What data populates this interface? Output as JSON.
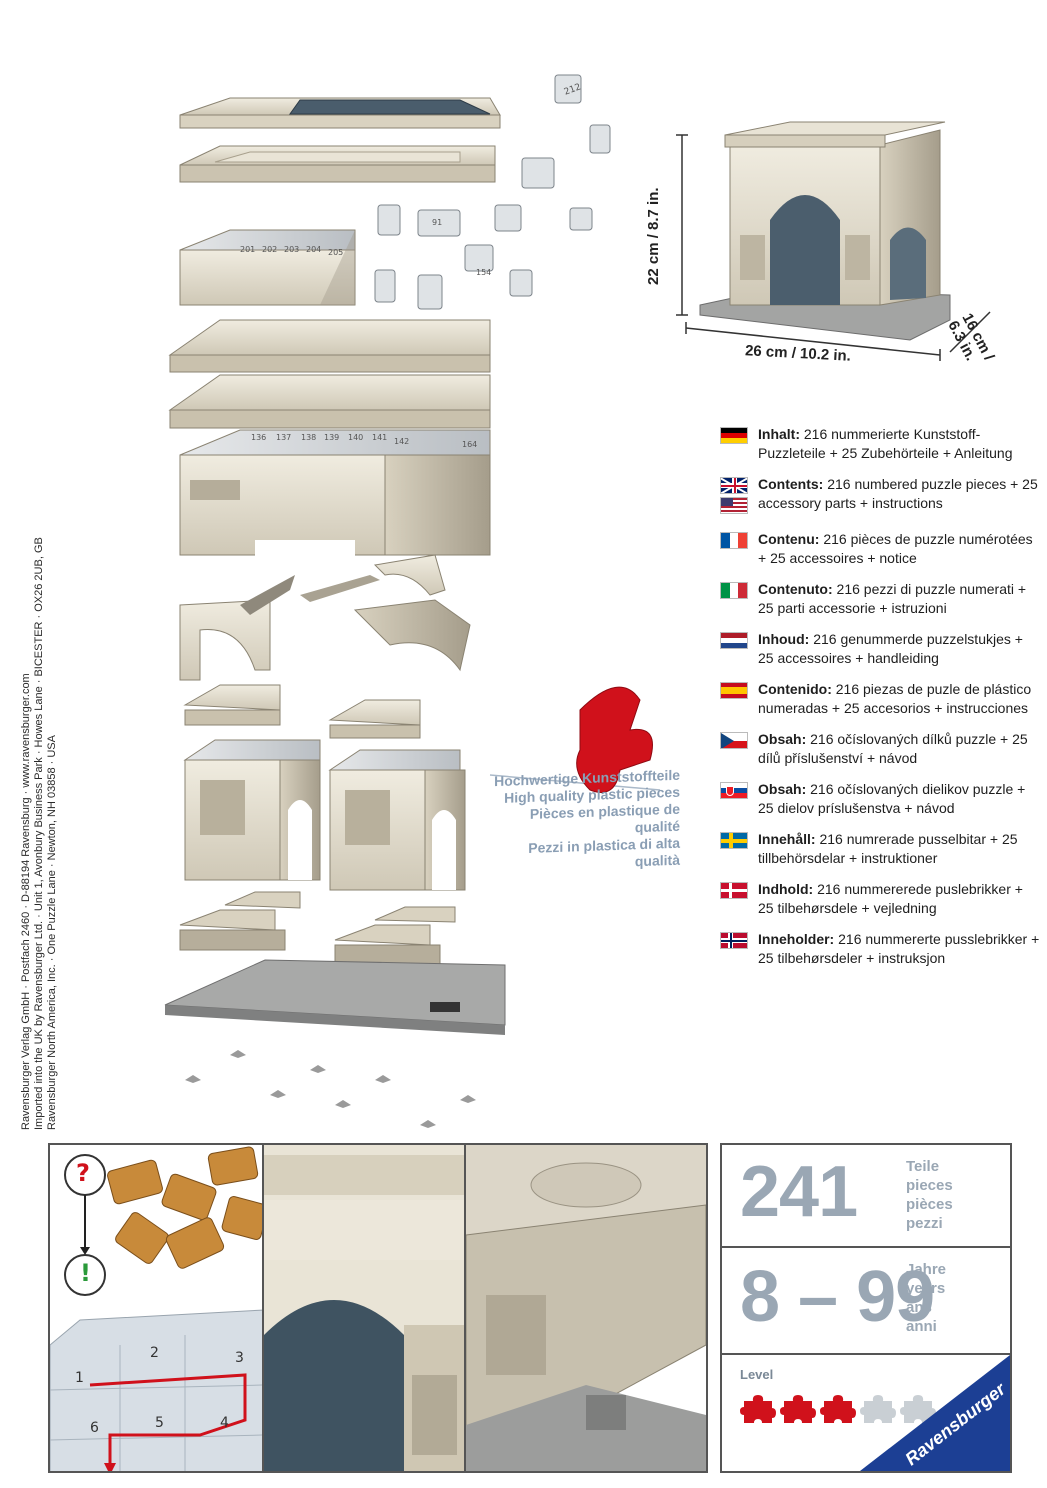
{
  "imprint": [
    "Ravensburger Verlag GmbH · Postfach 2460 · D-88194 Ravensburg · www.ravensburger.com",
    "Imported into the UK by Ravensburger Ltd. · Unit 1, Avonbury Business Park · Howes Lane · BICESTER · OX26 2UB, GB",
    "Ravensburger North America, Inc. · One Puzzle Lane · Newton, NH 03858 · USA"
  ],
  "dimensions": {
    "height": "22 cm / 8.7 in.",
    "width": "26 cm / 10.2 in.",
    "depth_line1": "16 cm /",
    "depth_line2": "6.3 in."
  },
  "callout": [
    "Hochwertige Kunststoffteile",
    "High quality plastic pieces",
    "Pièces en plastique de qualité",
    "Pezzi in plastica di alta qualità"
  ],
  "piece_numbers": [
    "212",
    "201",
    "202",
    "203",
    "204",
    "205",
    "136",
    "137",
    "138",
    "139",
    "140",
    "141",
    "142",
    "164",
    "91",
    "154"
  ],
  "contents": [
    {
      "flags": [
        "de"
      ],
      "label": "Inhalt:",
      "text": " 216 nummerierte Kunststoff-Puzzleteile + 25 Zubehörteile + Anleitung"
    },
    {
      "flags": [
        "gb",
        "us"
      ],
      "label": "Contents:",
      "text": " 216 numbered puzzle pieces + 25 accessory parts + instructions"
    },
    {
      "flags": [
        "fr"
      ],
      "label": "Contenu:",
      "text": " 216 pièces de puzzle numérotées + 25 accessoires + notice"
    },
    {
      "flags": [
        "it"
      ],
      "label": "Contenuto:",
      "text": " 216 pezzi di puzzle numerati + 25 parti accessorie + istruzioni"
    },
    {
      "flags": [
        "nl"
      ],
      "label": "Inhoud:",
      "text": " 216 genummerde puzzelstukjes + 25 accessoires + handleiding"
    },
    {
      "flags": [
        "es"
      ],
      "label": "Contenido:",
      "text": " 216 piezas de puzle de plástico numeradas + 25 accesorios + instrucciones"
    },
    {
      "flags": [
        "cz"
      ],
      "label": "Obsah:",
      "text": " 216 očíslovaných dílků puzzle + 25 dílů příslušenství + návod"
    },
    {
      "flags": [
        "sk"
      ],
      "label": "Obsah:",
      "text": " 216 očíslovaných dielikov puzzle + 25 dielov príslušenstva + návod"
    },
    {
      "flags": [
        "se"
      ],
      "label": "Innehåll:",
      "text": " 216 numrerade pusselbitar + 25 tillbehörsdelar + instruktioner"
    },
    {
      "flags": [
        "dk"
      ],
      "label": "Indhold:",
      "text": " 216 nummererede puslebrikker + 25 tilbehørsdele + vejledning"
    },
    {
      "flags": [
        "no"
      ],
      "label": "Inneholder:",
      "text": " 216 nummererte pusslebrikker + 25 tilbehørsdeler + instruksjon"
    }
  ],
  "guide": {
    "question": "?",
    "exclaim": "!",
    "steps": [
      "1",
      "2",
      "3",
      "4",
      "5",
      "6"
    ]
  },
  "pieces": {
    "count": "241",
    "units": [
      "Teile",
      "pieces",
      "pièces",
      "pezzi"
    ]
  },
  "age": {
    "range": "8 – 99",
    "units": [
      "Jahre",
      "years",
      "ans",
      "anni"
    ]
  },
  "level": {
    "label": "Level",
    "value": 3,
    "max": 5
  },
  "brand": "Ravensburger",
  "colors": {
    "accent_red": "#d0111b",
    "star_off": "#c9cfd4",
    "brand_blue": "#1c3f94",
    "label_gray": "#9aa7b4"
  }
}
